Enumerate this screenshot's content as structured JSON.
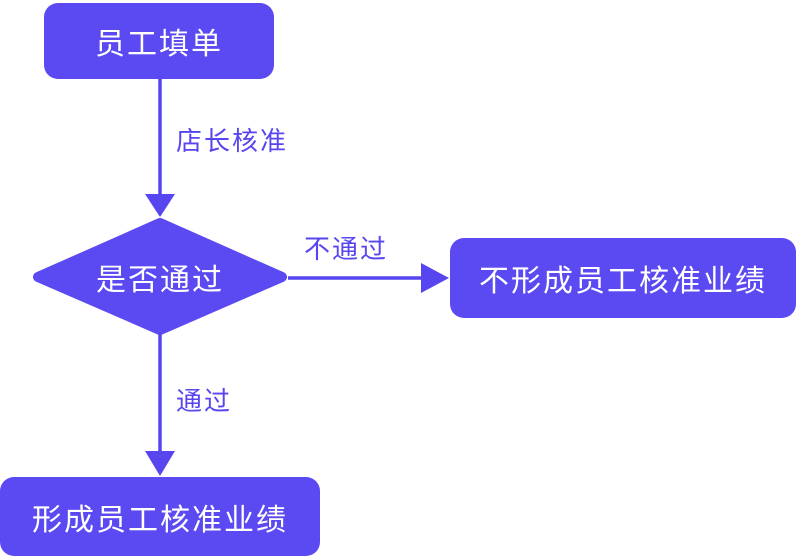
{
  "diagram": {
    "type": "flowchart",
    "background": "#ffffff",
    "colors": {
      "shape_fill": "#5b49f1",
      "edge_color": "#5746ef",
      "node_text": "#ffffff"
    },
    "nodes": {
      "start": {
        "label": "员工填单",
        "shape": "rounded-rect"
      },
      "decision": {
        "label": "是否通过",
        "shape": "diamond"
      },
      "reject": {
        "label": "不形成员工核准业绩",
        "shape": "rounded-rect"
      },
      "approve": {
        "label": "形成员工核准业绩",
        "shape": "rounded-rect"
      }
    },
    "edges": {
      "start_to_decision": {
        "label": "店长核准",
        "from": "start",
        "to": "decision",
        "direction": "down"
      },
      "decision_to_reject": {
        "label": "不通过",
        "from": "decision",
        "to": "reject",
        "direction": "right"
      },
      "decision_to_approve": {
        "label": "通过",
        "from": "decision",
        "to": "approve",
        "direction": "down"
      }
    }
  }
}
